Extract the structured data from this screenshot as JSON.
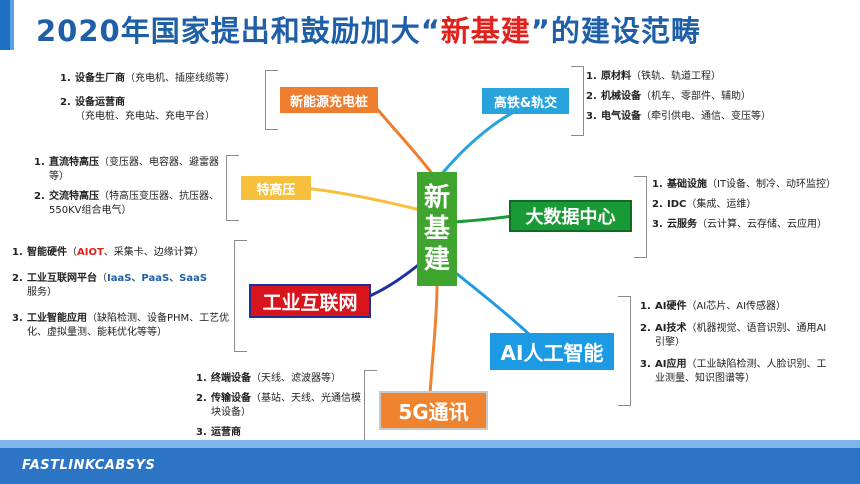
{
  "title": {
    "prefix": "2020年国家提出和鼓励加大“",
    "highlight": "新基建",
    "suffix": "”的建设范畴"
  },
  "center_chars": [
    "新",
    "基",
    "建"
  ],
  "branches": {
    "charging": {
      "label": "新能源充电桩",
      "items": [
        {
          "num": "1.",
          "head": "设备生厂商",
          "detail": "（充电机、插座线缆等）"
        },
        {
          "num": "2.",
          "head": "设备运营商",
          "detail": "（充电桩、充电站、充电平台）"
        }
      ]
    },
    "rail": {
      "label": "高铁&轨交",
      "items": [
        {
          "num": "1.",
          "head": "原材料",
          "detail": "（铁轨、轨道工程）"
        },
        {
          "num": "2.",
          "head": "机械设备",
          "detail": "（机车、零部件、辅助）"
        },
        {
          "num": "3.",
          "head": "电气设备",
          "detail": "（牵引供电、通信、变压等）"
        }
      ]
    },
    "uhv": {
      "label": "特高压",
      "items": [
        {
          "num": "1.",
          "head": "直流特高压",
          "detail": "（变压器、电容器、避雷器等）"
        },
        {
          "num": "2.",
          "head": "交流特高压",
          "detail": "（特高压变压器、抗压器、550KV组合电气）"
        }
      ]
    },
    "datacenter": {
      "label": "大数据中心",
      "items": [
        {
          "num": "1.",
          "head": "基础设施",
          "detail": "（IT设备、制冷、动环监控）"
        },
        {
          "num": "2.",
          "head": "IDC",
          "detail": "（集成、运维）"
        },
        {
          "num": "3.",
          "head": "云服务",
          "detail": "（云计算、云存储、云应用）"
        }
      ]
    },
    "iiot": {
      "label": "工业互联网",
      "items": [
        {
          "num": "1.",
          "head": "智能硬件",
          "p1": "（",
          "red": "AIOT",
          "p2": "、采集卡、边缘计算）"
        },
        {
          "num": "2.",
          "head": "工业互联网平台",
          "p1": "（",
          "blue": "IaaS、PaaS、SaaS",
          "p2": "服务）"
        },
        {
          "num": "3.",
          "head": "工业智能应用",
          "detail": "（缺陷检测、设备PHM、工艺优化、虚拟量测、能耗优化等等）"
        }
      ]
    },
    "ai": {
      "label": "AI人工智能",
      "items": [
        {
          "num": "1.",
          "head": "AI硬件",
          "detail": "（AI芯片、AI传感器）"
        },
        {
          "num": "2.",
          "head": "AI技术",
          "detail": "（机器视觉、语音识别、通用AI引擎）"
        },
        {
          "num": "3.",
          "head": "AI应用",
          "detail": "（工业缺陷检测、人脸识别、工业测量、知识图谱等）"
        }
      ]
    },
    "5g": {
      "label": "5G通讯",
      "items": [
        {
          "num": "1.",
          "head": "终端设备",
          "detail": "（天线、滤波器等）"
        },
        {
          "num": "2.",
          "head": "传输设备",
          "detail": "（基站、天线、光通信模块设备）"
        },
        {
          "num": "3.",
          "head": "运营商",
          "detail": ""
        }
      ]
    }
  },
  "footer": {
    "brand": "FASTLINKCABSYS"
  },
  "colors": {
    "title": "#1f5fa8",
    "highlight": "#e0211c",
    "center": "#3fa52f",
    "footer": "#2c74c4"
  }
}
